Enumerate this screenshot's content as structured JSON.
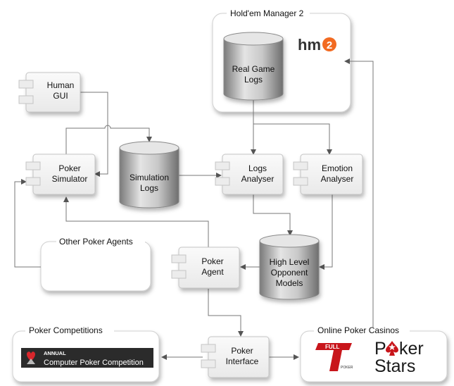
{
  "containers": {
    "holdem": {
      "title": "Hold'em Manager 2",
      "logo_text": "hm",
      "logo_badge": "2",
      "logo_color": "#f26a21"
    },
    "other_agents": {
      "title": "Other Poker Agents"
    },
    "competitions": {
      "title": "Poker Competitions",
      "banner_annual": "ANNUAL",
      "banner_name": "Computer Poker Competition",
      "banner_bg": "#2b2b2b"
    },
    "casinos": {
      "title": "Online Poker Casinos",
      "full_tilt_top": "FULL",
      "full_tilt_bottom": "POKER",
      "stars_line1": "PokerStars",
      "stars_line1a": "P",
      "stars_line1b": "ker",
      "stars_line2": "Stars",
      "full_tilt_color": "#c8151b"
    }
  },
  "components": {
    "human_gui": [
      "Human",
      "GUI"
    ],
    "poker_simulator": [
      "Poker",
      "Simulator"
    ],
    "logs_analyser": [
      "Logs",
      "Analyser"
    ],
    "emotion_analyser": [
      "Emotion",
      "Analyser"
    ],
    "poker_agent": [
      "Poker",
      "Agent"
    ],
    "poker_interface": [
      "Poker",
      "Interface"
    ]
  },
  "databases": {
    "real_game_logs": [
      "Real Game",
      "Logs"
    ],
    "simulation_logs": [
      "Simulation",
      "Logs"
    ],
    "opponent_models": [
      "High Level",
      "Opponent",
      "Models"
    ]
  },
  "colors": {
    "edge": "#777777",
    "box_fill": "#f2f2f2",
    "box_stroke": "#c4c4c4",
    "db_top": "#e6e6e6",
    "db_side": "#8c8c8c"
  }
}
